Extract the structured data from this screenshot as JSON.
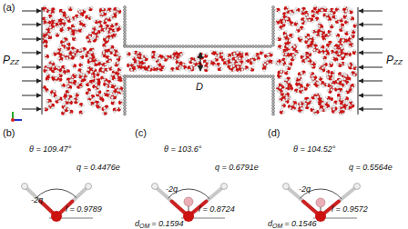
{
  "diagram": {
    "labels": [
      "(a)",
      "P",
      "ZZ",
      "P",
      "ZZ",
      "D",
      "(b)",
      "θ = 109.47°",
      "q = 0.4476e",
      "-2q",
      "l = 0.9789",
      "(c)",
      "θ = 103.6°",
      "q = 0.6791e",
      "d",
      "OM",
      "= 0.1594",
      "-2q",
      "l = 0.8724",
      "(d)",
      "θ = 104.52°",
      "q = 0.5564e",
      "d",
      "OM",
      "= 0.1546",
      "-2q",
      "l = 0.9572"
    ]
  }
}
